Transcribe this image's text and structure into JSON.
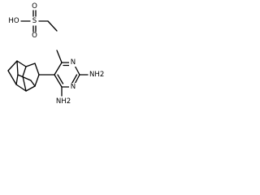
{
  "acid": {
    "hydroxyl": "HO",
    "sulfur": "S",
    "oxygen_top": "O",
    "oxygen_bottom": "O"
  },
  "pyrimidine": {
    "ring_n_upper": "N",
    "ring_n_lower": "N",
    "amine_right": "NH2",
    "amine_bottom": "NH2"
  },
  "colors": {
    "bond": "#000000",
    "background": "#ffffff"
  }
}
